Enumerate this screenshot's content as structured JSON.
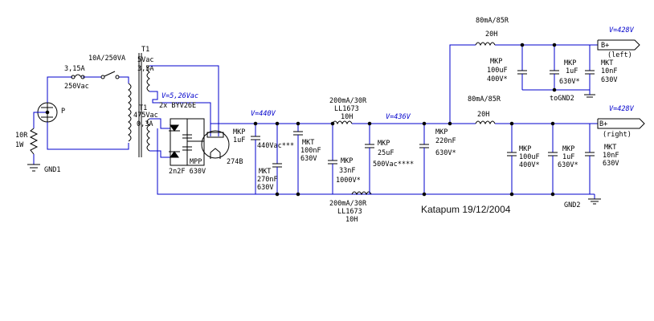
{
  "labels": {
    "fuse1": "3,15A",
    "fuse1_v": "250Vac",
    "switch": "10A/250VA",
    "t1_top": "T1",
    "t1_5vac": "5Vac",
    "t1_35a": "3,5A",
    "t1_mid": "T1",
    "t1_475": "475Vac",
    "t1_03": "0,3A",
    "v526": "V=5,26Vac",
    "diodes": "2x BYV26E",
    "mpp": "MPP",
    "cap_2n2": "2n2F 630V",
    "tube": "274B",
    "p": "P",
    "r10": "10R",
    "r1w": "1W",
    "gnd1": "GND1",
    "v440": "V=440V",
    "mkp1_a": "MKP",
    "mkp1_b": "1uF",
    "cap440": "440Vac***",
    "mkt270_a": "MKT",
    "mkt270_b": "270nF",
    "mkt270_c": "630V",
    "mkt100_a": "MKT",
    "mkt100_b": "100nF",
    "mkt100_c": "630V",
    "ch1_a": "200mA/30R",
    "ch1_b": "LL1673",
    "ch1_c": "10H",
    "mkp33_a": "MKP",
    "mkp33_b": "33nF",
    "mkp33_c": "1000V*",
    "ch2_a": "200mA/30R",
    "ch2_b": "LL1673",
    "ch2_c": "10H",
    "v436": "V=436V",
    "mkp25_a": "MKP",
    "mkp25_b": "25uF",
    "mkp25_c": "500Vac****",
    "mkp220_a": "MKP",
    "mkp220_b": "220nF",
    "mkp220_c": "630V*",
    "l_top_a": "80mA/85R",
    "l_top_b": "20H",
    "v428_l": "V=428V",
    "bplus_l": "B+",
    "left": "(left)",
    "mkp100l_a": "MKP",
    "mkp100l_b": "100uF",
    "mkp100l_c": "400V*",
    "mkp1l_a": "MKP",
    "mkp1l_b": "1uF",
    "mkp1l_c": "630V*",
    "mkt10l_a": "MKT",
    "mkt10l_b": "10nF",
    "mkt10l_c": "630V",
    "togng2": "toGND2",
    "l_bot_a": "80mA/85R",
    "l_bot_b": "20H",
    "v428_r": "V=428V",
    "bplus_r": "B+",
    "right": "(right)",
    "mkp100r_a": "MKP",
    "mkp100r_b": "100uF",
    "mkp100r_c": "400V*",
    "mkp1r_a": "MKP",
    "mkp1r_b": "1uF",
    "mkp1r_c": "630V*",
    "mkt10r_a": "MKT",
    "mkt10r_b": "10nF",
    "mkt10r_c": "630V",
    "gnd2": "GND2",
    "signature": "Katapum 19/12/2004"
  },
  "colors": {
    "wire": "#0000cc",
    "component": "#000000"
  }
}
